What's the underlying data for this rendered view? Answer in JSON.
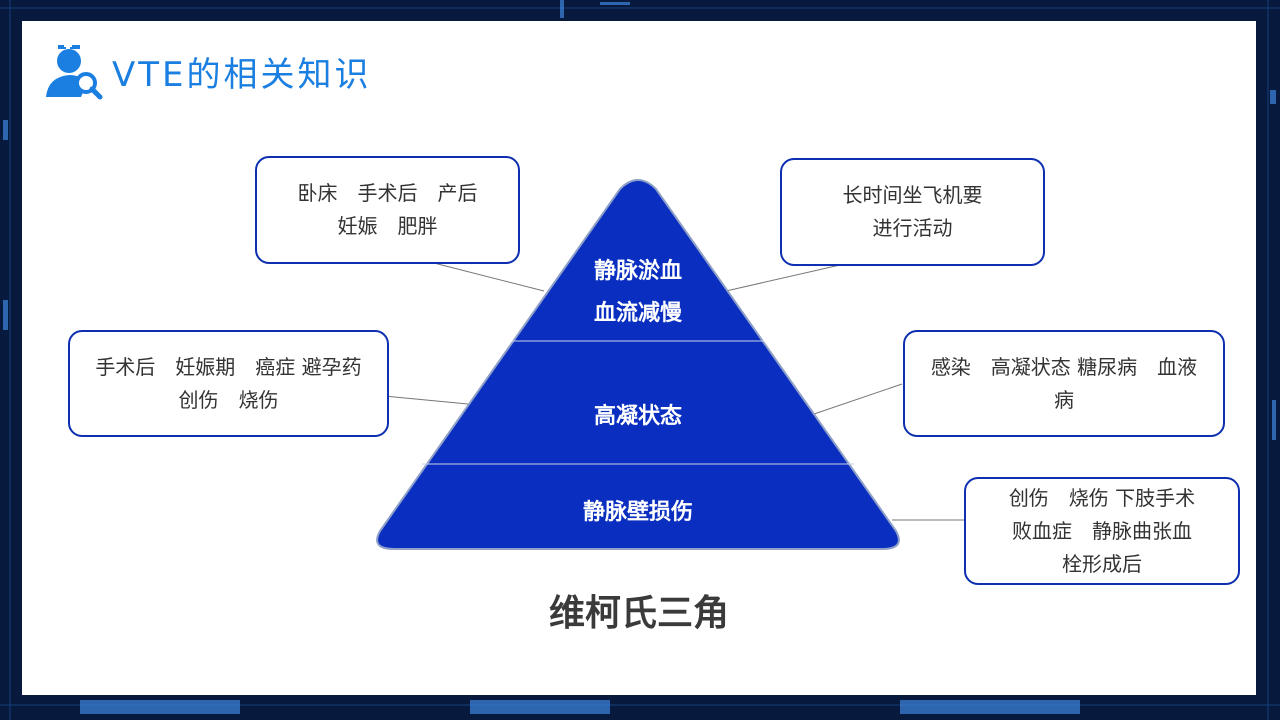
{
  "slide": {
    "title": "VTE的相关知识",
    "title_icon": "doctor-search-icon",
    "caption": "维柯氏三角"
  },
  "pyramid": {
    "levels": [
      {
        "line1": "静脉淤血",
        "line2": "血流减慢"
      },
      {
        "line1": "高凝状态"
      },
      {
        "line1": "静脉壁损伤"
      }
    ],
    "color": "#0a2fc0"
  },
  "boxes": {
    "top_left": "卧床　手术后　产后\n妊娠　肥胖",
    "top_right": "长时间坐飞机要\n进行活动",
    "mid_left": "手术后　妊娠期　癌症 避孕药\n创伤　烧伤",
    "mid_right": "感染　高凝状态 糖尿病　血液\n病",
    "bottom_right": "创伤　烧伤 下肢手术\n败血症　静脉曲张血\n栓形成后"
  },
  "colors": {
    "accent": "#1a7fe0",
    "border": "#0d2fb0",
    "background": "#071a3d"
  }
}
